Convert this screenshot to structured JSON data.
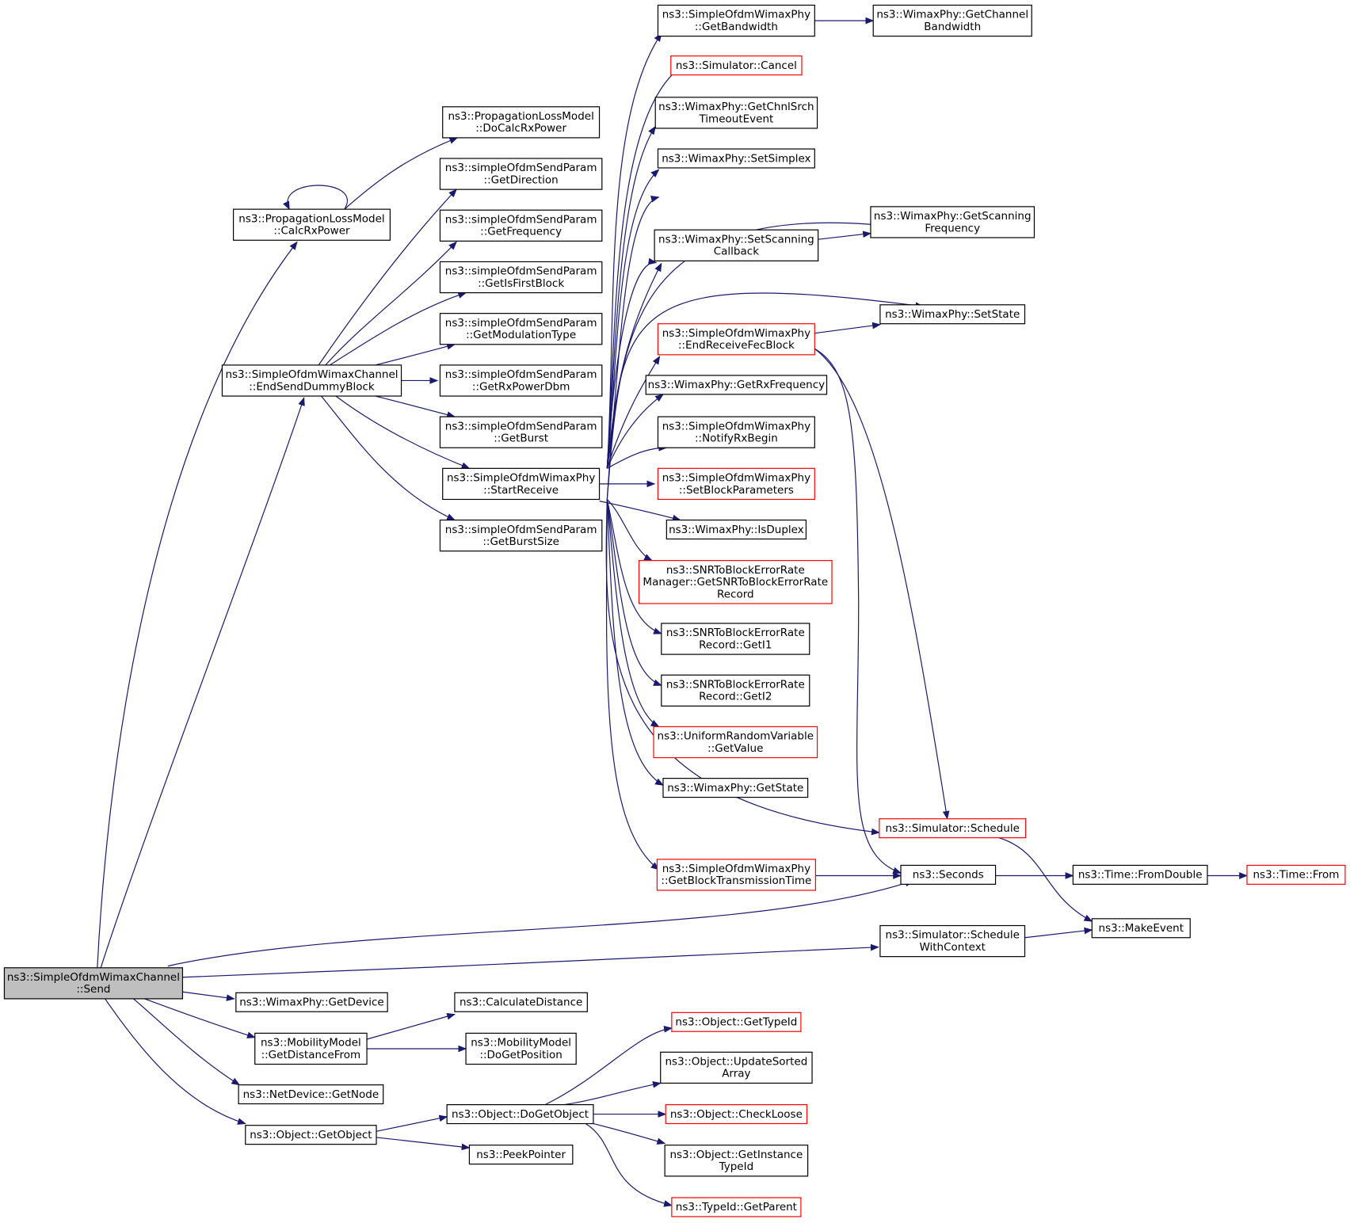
{
  "colors": {
    "edge": "#191970",
    "arrow": "#191970",
    "node_border_default": "#000000",
    "node_border_truncated": "#ff0000",
    "node_fill": "#ffffff",
    "root_fill": "#bfbfbf"
  },
  "nodes": [
    {
      "id": "send",
      "lines": [
        "ns3::SimpleOfdmWimaxChannel",
        "::Send"
      ],
      "style": "root"
    },
    {
      "id": "calcrx",
      "lines": [
        "ns3::PropagationLossModel",
        "::CalcRxPower"
      ],
      "style": "normal"
    },
    {
      "id": "docalc",
      "lines": [
        "ns3::PropagationLossModel",
        "::DoCalcRxPower"
      ],
      "style": "normal"
    },
    {
      "id": "endsend",
      "lines": [
        "ns3::SimpleOfdmWimaxChannel",
        "::EndSendDummyBlock"
      ],
      "style": "normal"
    },
    {
      "id": "getdir",
      "lines": [
        "ns3::simpleOfdmSendParam",
        "::GetDirection"
      ],
      "style": "normal"
    },
    {
      "id": "getfreq",
      "lines": [
        "ns3::simpleOfdmSendParam",
        "::GetFrequency"
      ],
      "style": "normal"
    },
    {
      "id": "getisfirst",
      "lines": [
        "ns3::simpleOfdmSendParam",
        "::GetIsFirstBlock"
      ],
      "style": "normal"
    },
    {
      "id": "getmod",
      "lines": [
        "ns3::simpleOfdmSendParam",
        "::GetModulationType"
      ],
      "style": "normal"
    },
    {
      "id": "getrxpdbm",
      "lines": [
        "ns3::simpleOfdmSendParam",
        "::GetRxPowerDbm"
      ],
      "style": "normal"
    },
    {
      "id": "getburst",
      "lines": [
        "ns3::simpleOfdmSendParam",
        "::GetBurst"
      ],
      "style": "normal"
    },
    {
      "id": "startrecv",
      "lines": [
        "ns3::SimpleOfdmWimaxPhy",
        "::StartReceive"
      ],
      "style": "normal"
    },
    {
      "id": "getburstsize",
      "lines": [
        "ns3::simpleOfdmSendParam",
        "::GetBurstSize"
      ],
      "style": "normal"
    },
    {
      "id": "getbw",
      "lines": [
        "ns3::SimpleOfdmWimaxPhy",
        "::GetBandwidth"
      ],
      "style": "normal"
    },
    {
      "id": "getchbw",
      "lines": [
        "ns3::WimaxPhy::GetChannel",
        "Bandwidth"
      ],
      "style": "normal"
    },
    {
      "id": "cancel",
      "lines": [
        "ns3::Simulator::Cancel"
      ],
      "style": "truncated"
    },
    {
      "id": "getchnl",
      "lines": [
        "ns3::WimaxPhy::GetChnlSrch",
        "TimeoutEvent"
      ],
      "style": "normal"
    },
    {
      "id": "setsimplex",
      "lines": [
        "ns3::WimaxPhy::SetSimplex"
      ],
      "style": "normal"
    },
    {
      "id": "getscanfreq",
      "lines": [
        "ns3::WimaxPhy::GetScanning",
        "Frequency"
      ],
      "style": "normal"
    },
    {
      "id": "setscancb",
      "lines": [
        "ns3::WimaxPhy::SetScanning",
        "Callback"
      ],
      "style": "normal"
    },
    {
      "id": "setstate",
      "lines": [
        "ns3::WimaxPhy::SetState"
      ],
      "style": "normal"
    },
    {
      "id": "endrecvfec",
      "lines": [
        "ns3::SimpleOfdmWimaxPhy",
        "::EndReceiveFecBlock"
      ],
      "style": "truncated"
    },
    {
      "id": "getrxfreq",
      "lines": [
        "ns3::WimaxPhy::GetRxFrequency"
      ],
      "style": "normal"
    },
    {
      "id": "notifyrx",
      "lines": [
        "ns3::SimpleOfdmWimaxPhy",
        "::NotifyRxBegin"
      ],
      "style": "normal"
    },
    {
      "id": "setblockparams",
      "lines": [
        "ns3::SimpleOfdmWimaxPhy",
        "::SetBlockParameters"
      ],
      "style": "truncated"
    },
    {
      "id": "isduplex",
      "lines": [
        "ns3::WimaxPhy::IsDuplex"
      ],
      "style": "normal"
    },
    {
      "id": "getsnr",
      "lines": [
        "ns3::SNRToBlockErrorRate",
        "Manager::GetSNRToBlockErrorRate",
        "Record"
      ],
      "style": "truncated"
    },
    {
      "id": "geti1",
      "lines": [
        "ns3::SNRToBlockErrorRate",
        "Record::GetI1"
      ],
      "style": "normal"
    },
    {
      "id": "geti2",
      "lines": [
        "ns3::SNRToBlockErrorRate",
        "Record::GetI2"
      ],
      "style": "normal"
    },
    {
      "id": "uniform",
      "lines": [
        "ns3::UniformRandomVariable",
        "::GetValue"
      ],
      "style": "truncated"
    },
    {
      "id": "getstate",
      "lines": [
        "ns3::WimaxPhy::GetState"
      ],
      "style": "normal"
    },
    {
      "id": "schedule",
      "lines": [
        "ns3::Simulator::Schedule"
      ],
      "style": "truncated"
    },
    {
      "id": "getblocktx",
      "lines": [
        "ns3::SimpleOfdmWimaxPhy",
        "::GetBlockTransmissionTime"
      ],
      "style": "truncated"
    },
    {
      "id": "seconds",
      "lines": [
        "ns3::Seconds"
      ],
      "style": "normal"
    },
    {
      "id": "fromdouble",
      "lines": [
        "ns3::Time::FromDouble"
      ],
      "style": "normal"
    },
    {
      "id": "timefrom",
      "lines": [
        "ns3::Time::From"
      ],
      "style": "truncated"
    },
    {
      "id": "schedwc",
      "lines": [
        "ns3::Simulator::Schedule",
        "WithContext"
      ],
      "style": "normal"
    },
    {
      "id": "makeevent",
      "lines": [
        "ns3::MakeEvent"
      ],
      "style": "normal"
    },
    {
      "id": "getdevice",
      "lines": [
        "ns3::WimaxPhy::GetDevice"
      ],
      "style": "normal"
    },
    {
      "id": "getdist",
      "lines": [
        "ns3::MobilityModel",
        "::GetDistanceFrom"
      ],
      "style": "normal"
    },
    {
      "id": "calcdist",
      "lines": [
        "ns3::CalculateDistance"
      ],
      "style": "normal"
    },
    {
      "id": "dogetpos",
      "lines": [
        "ns3::MobilityModel",
        "::DoGetPosition"
      ],
      "style": "normal"
    },
    {
      "id": "getnode",
      "lines": [
        "ns3::NetDevice::GetNode"
      ],
      "style": "normal"
    },
    {
      "id": "getobject",
      "lines": [
        "ns3::Object::GetObject"
      ],
      "style": "normal"
    },
    {
      "id": "dogetobject",
      "lines": [
        "ns3::Object::DoGetObject"
      ],
      "style": "normal"
    },
    {
      "id": "peekptr",
      "lines": [
        "ns3::PeekPointer"
      ],
      "style": "normal"
    },
    {
      "id": "gettypeid",
      "lines": [
        "ns3::Object::GetTypeId"
      ],
      "style": "truncated"
    },
    {
      "id": "updsorted",
      "lines": [
        "ns3::Object::UpdateSorted",
        "Array"
      ],
      "style": "normal"
    },
    {
      "id": "checkloose",
      "lines": [
        "ns3::Object::CheckLoose"
      ],
      "style": "truncated"
    },
    {
      "id": "getinsttid",
      "lines": [
        "ns3::Object::GetInstance",
        "TypeId"
      ],
      "style": "normal"
    },
    {
      "id": "getparent",
      "lines": [
        "ns3::TypeId::GetParent"
      ],
      "style": "truncated"
    }
  ]
}
